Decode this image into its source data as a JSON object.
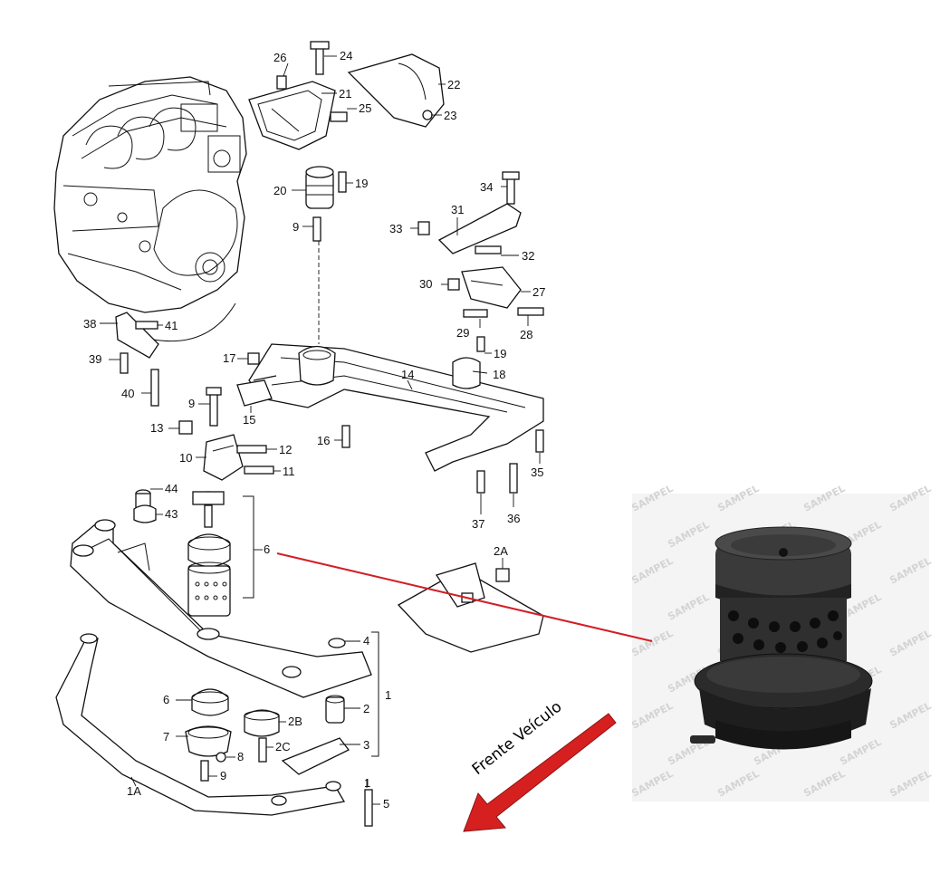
{
  "colors": {
    "accent_line": "#d21f26",
    "arrow": "#d62020",
    "ink": "#111111",
    "photo_rubber": "#2b2b2b"
  },
  "watermark": "SAMPEL",
  "front_label": "Frente Veículo",
  "callouts": [
    {
      "id": "c26",
      "text": "26"
    },
    {
      "id": "c24",
      "text": "24"
    },
    {
      "id": "c22",
      "text": "22"
    },
    {
      "id": "c21",
      "text": "21"
    },
    {
      "id": "c25",
      "text": "25"
    },
    {
      "id": "c23",
      "text": "23"
    },
    {
      "id": "c20",
      "text": "20"
    },
    {
      "id": "c19a",
      "text": "19"
    },
    {
      "id": "c9a",
      "text": "9"
    },
    {
      "id": "c34",
      "text": "34"
    },
    {
      "id": "c31",
      "text": "31"
    },
    {
      "id": "c33",
      "text": "33"
    },
    {
      "id": "c32",
      "text": "32"
    },
    {
      "id": "c30",
      "text": "30"
    },
    {
      "id": "c27",
      "text": "27"
    },
    {
      "id": "c38",
      "text": "38"
    },
    {
      "id": "c41",
      "text": "41"
    },
    {
      "id": "c29",
      "text": "29"
    },
    {
      "id": "c28",
      "text": "28"
    },
    {
      "id": "c39",
      "text": "39"
    },
    {
      "id": "c17",
      "text": "17"
    },
    {
      "id": "c19b",
      "text": "19"
    },
    {
      "id": "c14",
      "text": "14"
    },
    {
      "id": "c18",
      "text": "18"
    },
    {
      "id": "c40",
      "text": "40"
    },
    {
      "id": "c9b",
      "text": "9"
    },
    {
      "id": "c15",
      "text": "15"
    },
    {
      "id": "c13",
      "text": "13"
    },
    {
      "id": "c16",
      "text": "16"
    },
    {
      "id": "c12",
      "text": "12"
    },
    {
      "id": "c10",
      "text": "10"
    },
    {
      "id": "c11",
      "text": "11"
    },
    {
      "id": "c35",
      "text": "35"
    },
    {
      "id": "c44",
      "text": "44"
    },
    {
      "id": "c43",
      "text": "43"
    },
    {
      "id": "c37",
      "text": "37"
    },
    {
      "id": "c36",
      "text": "36"
    },
    {
      "id": "c6a",
      "text": "6"
    },
    {
      "id": "c2A",
      "text": "2A"
    },
    {
      "id": "c4",
      "text": "4"
    },
    {
      "id": "c1a",
      "text": "1"
    },
    {
      "id": "c6b",
      "text": "6"
    },
    {
      "id": "c2",
      "text": "2"
    },
    {
      "id": "c2B",
      "text": "2B"
    },
    {
      "id": "c7",
      "text": "7"
    },
    {
      "id": "c3",
      "text": "3"
    },
    {
      "id": "c8",
      "text": "8"
    },
    {
      "id": "c2C",
      "text": "2C"
    },
    {
      "id": "c9c",
      "text": "9"
    },
    {
      "id": "c1A",
      "text": "1A"
    },
    {
      "id": "c1b",
      "text": "1"
    },
    {
      "id": "c5",
      "text": "5"
    }
  ]
}
